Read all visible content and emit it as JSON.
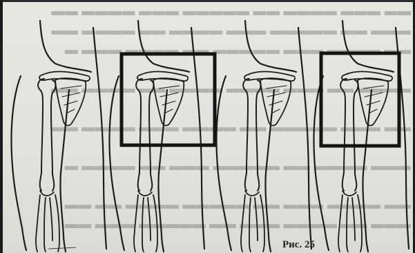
{
  "page": {
    "caption": "Рис. 25"
  },
  "figure": {
    "panel_count": 4,
    "highlighted_panels": [
      2,
      4
    ],
    "description_icon": "shoulder-arm-anatomy"
  },
  "colors": {
    "paper": "#e6e4df",
    "ink": "#1c1c1c",
    "bleed_text": "#8c8a86"
  }
}
